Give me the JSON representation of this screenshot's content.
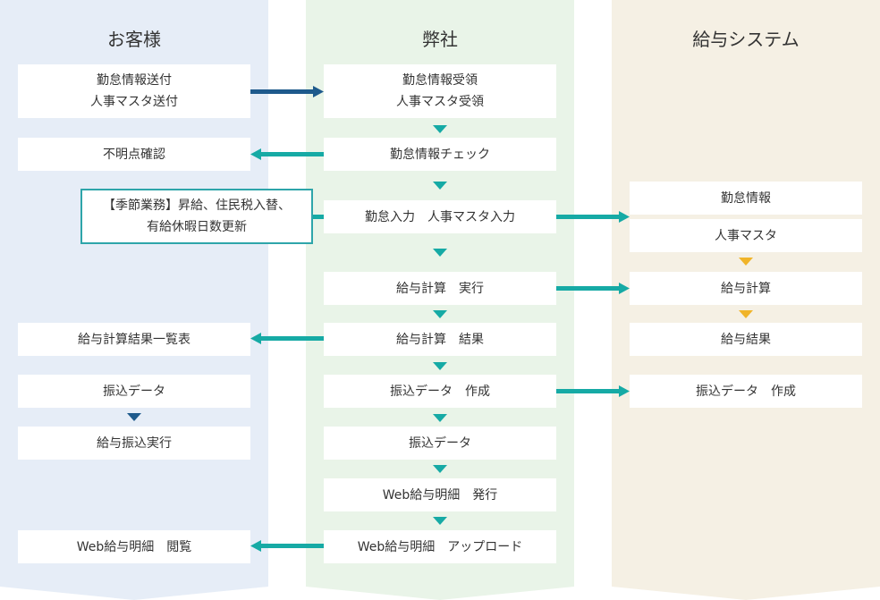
{
  "lanes": {
    "customer": "お客様",
    "company": "弊社",
    "payroll_system": "給与システム"
  },
  "customer": {
    "send_attendance": "勤怠情報送付\n人事マスタ送付",
    "check_unclear": "不明点確認",
    "seasonal_tasks": "【季節業務】昇給、住民税入替、\n有給休暇日数更新",
    "payroll_result_list": "給与計算結果一覧表",
    "transfer_data": "振込データ",
    "payroll_transfer": "給与振込実行",
    "web_payslip_view": "Web給与明細　閲覧"
  },
  "company": {
    "receive_attendance": "勤怠情報受領\n人事マスタ受領",
    "attendance_check": "勤怠情報チェック",
    "input": "勤怠入力　人事マスタ入力",
    "calc_run": "給与計算　実行",
    "calc_result": "給与計算　結果",
    "transfer_create": "振込データ　作成",
    "transfer_data": "振込データ",
    "web_payslip_issue": "Web給与明細　発行",
    "web_payslip_upload": "Web給与明細　アップロード"
  },
  "system": {
    "attendance_info": "勤怠情報",
    "hr_master": "人事マスタ",
    "payroll_calc": "給与計算",
    "payroll_result": "給与結果",
    "transfer_create": "振込データ　作成"
  },
  "colors": {
    "customer_lane": "#e6edf7",
    "company_lane": "#e9f4e8",
    "system_lane": "#f5f0e4",
    "teal_arrow": "#16aaa5",
    "navy_arrow": "#1e5a8c",
    "gold_arrow": "#f0b429"
  }
}
